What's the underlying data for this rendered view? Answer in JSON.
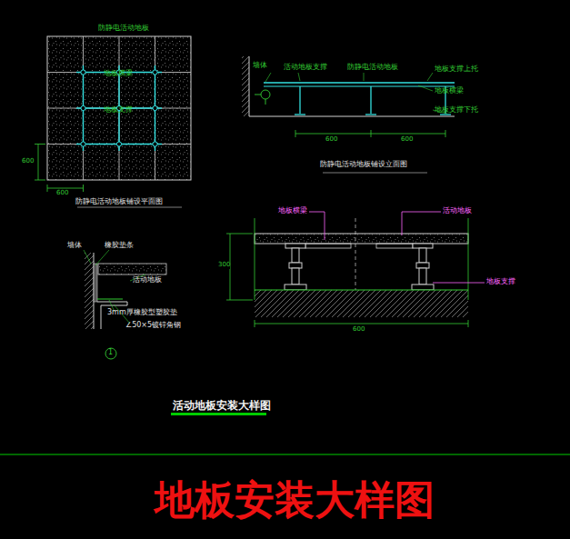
{
  "diagram": {
    "title": "活动地板安装大样图",
    "caption": "地板安装大样图",
    "labels": [
      "防静电活动地板",
      "地板横梁",
      "地板支撑",
      "600",
      "600",
      "防静电活动地板铺设平面图",
      "墙体",
      "活动地板支撑",
      "防静电活动地板",
      "地板支撑上托",
      "地板横梁",
      "地板支撑下托",
      "600",
      "600",
      "防静电活动地板铺设立面图",
      "地板横梁",
      "活动地板",
      "地板支撑",
      "300",
      "600",
      "墙体",
      "橡胶垫条",
      "活动地板",
      "3mm厚橡胶型塑胶垫",
      "∠50×5镀锌角钢",
      "1"
    ]
  }
}
